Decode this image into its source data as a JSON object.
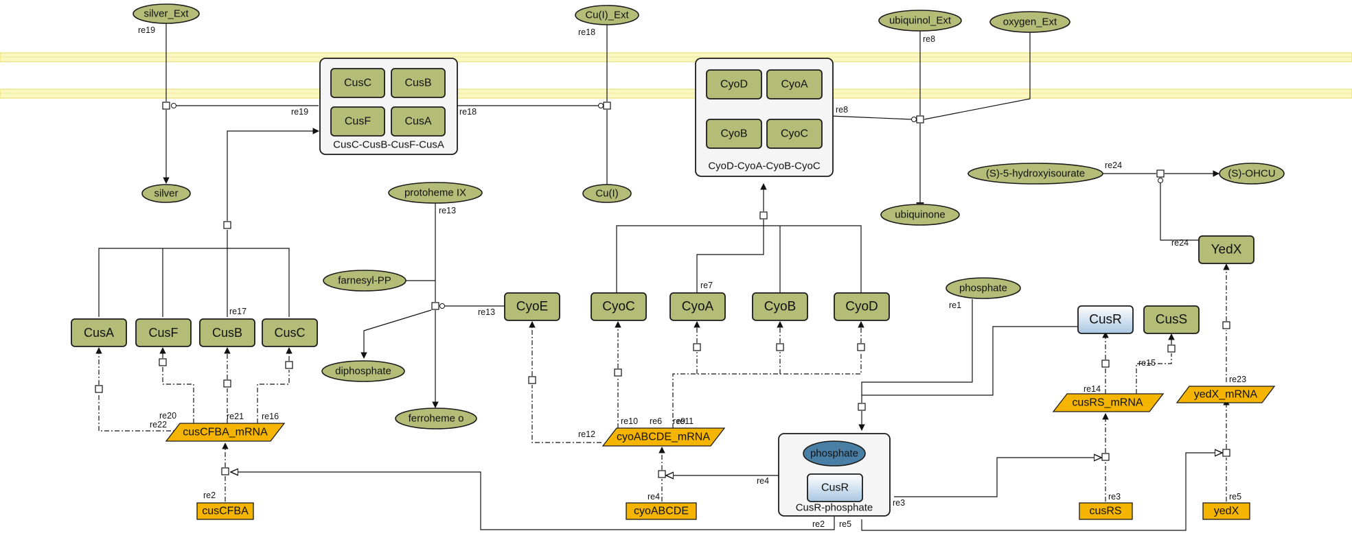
{
  "diagram": {
    "simple_species": {
      "silver_ext": "silver_Ext",
      "silver": "silver",
      "cu1_ext": "Cu(I)_Ext",
      "cu1": "Cu(I)",
      "ubiquinol_ext": "ubiquinol_Ext",
      "oxygen_ext": "oxygen_Ext",
      "ubiquinone": "ubiquinone",
      "hydroxyisourate": "(S)-5-hydroxyisourate",
      "ohcu": "(S)-OHCU",
      "protoheme": "protoheme IX",
      "farnesyl": "farnesyl-PP",
      "diphosphate": "diphosphate",
      "ferroheme": "ferroheme o",
      "phosphate": "phosphate",
      "phosphate_in_complex": "phosphate"
    },
    "proteins": {
      "cusA": "CusA",
      "cusF": "CusF",
      "cusB": "CusB",
      "cusC": "CusC",
      "cyoE": "CyoE",
      "cyoC": "CyoC",
      "cyoA": "CyoA",
      "cyoB": "CyoB",
      "cyoD": "CyoD",
      "cusR": "CusR",
      "cusS": "CusS",
      "yedX": "YedX",
      "cusR_in_complex": "CusR"
    },
    "complexes": {
      "cus": {
        "label": "CusC-CusB-CusF-CusA",
        "members": [
          "CusC",
          "CusB",
          "CusF",
          "CusA"
        ]
      },
      "cyo": {
        "label": "CyoD-CyoA-CyoB-CyoC",
        "members": [
          "CyoD",
          "CyoA",
          "CyoB",
          "CyoC"
        ]
      },
      "cusr_p": {
        "label": "CusR-phosphate"
      }
    },
    "mrnas": {
      "cusCFBA": "cusCFBA_mRNA",
      "cyoABCDE": "cyoABCDE_mRNA",
      "cusRS": "cusRS_mRNA",
      "yedX": "yedX_mRNA"
    },
    "genes": {
      "cusCFBA": "cusCFBA",
      "cyoABCDE": "cyoABCDE",
      "cusRS": "cusRS",
      "yedX": "yedX"
    },
    "reaction_labels": [
      {
        "id": "re19a",
        "text": "re19"
      },
      {
        "id": "re19b",
        "text": "re19"
      },
      {
        "id": "re18a",
        "text": "re18"
      },
      {
        "id": "re18b",
        "text": "re18"
      },
      {
        "id": "re8a",
        "text": "re8"
      },
      {
        "id": "re8b",
        "text": "re8"
      },
      {
        "id": "re24a",
        "text": "re24"
      },
      {
        "id": "re24b",
        "text": "re24"
      },
      {
        "id": "re13a",
        "text": "re13"
      },
      {
        "id": "re13b",
        "text": "re13"
      },
      {
        "id": "re17",
        "text": "re17"
      },
      {
        "id": "re7",
        "text": "re7"
      },
      {
        "id": "re1",
        "text": "re1"
      },
      {
        "id": "re20",
        "text": "re20"
      },
      {
        "id": "re22",
        "text": "re22"
      },
      {
        "id": "re21",
        "text": "re21"
      },
      {
        "id": "re16",
        "text": "re16"
      },
      {
        "id": "re12",
        "text": "re12"
      },
      {
        "id": "re10",
        "text": "re10"
      },
      {
        "id": "re6",
        "text": "re6"
      },
      {
        "id": "re9",
        "text": "re9"
      },
      {
        "id": "re11",
        "text": "re11"
      },
      {
        "id": "re14",
        "text": "re14"
      },
      {
        "id": "re15",
        "text": "re15"
      },
      {
        "id": "re23",
        "text": "re23"
      },
      {
        "id": "re2a",
        "text": "re2"
      },
      {
        "id": "re2b",
        "text": "re2"
      },
      {
        "id": "re4a",
        "text": "re4"
      },
      {
        "id": "re4b",
        "text": "re4"
      },
      {
        "id": "re3a",
        "text": "re3"
      },
      {
        "id": "re3b",
        "text": "re3"
      },
      {
        "id": "re5a",
        "text": "re5"
      },
      {
        "id": "re5b",
        "text": "re5"
      }
    ],
    "colors": {
      "species_fill": "#b4bd77",
      "mrna_fill": "#f4b400",
      "complex_fill": "#f5f5f5",
      "membrane_fill": "#fbf7c0",
      "cusR_gradient": [
        "#ffffff",
        "#a9c7e2"
      ],
      "phosphate_fill": "#4a7fa5"
    }
  }
}
